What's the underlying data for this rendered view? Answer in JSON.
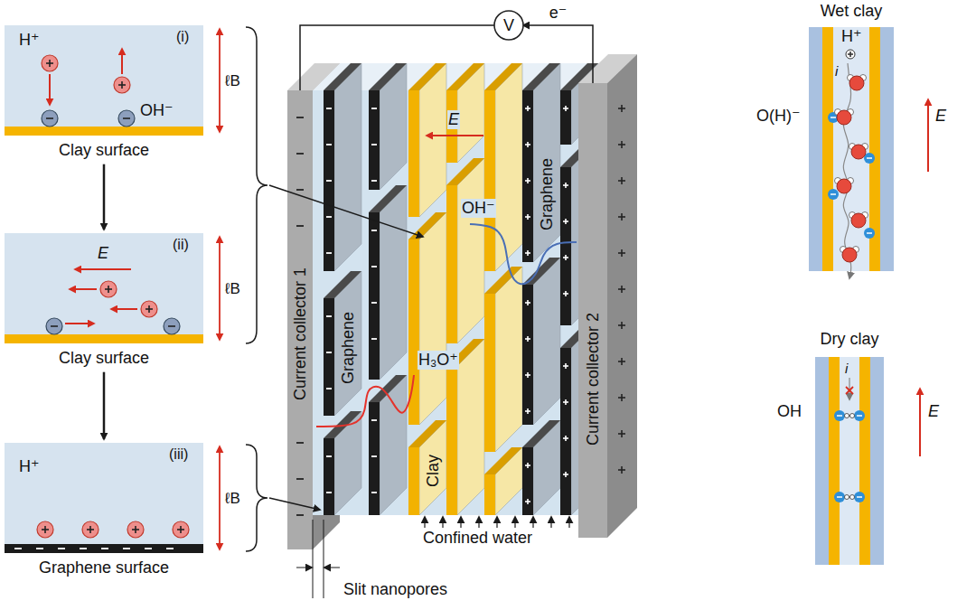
{
  "diagram": {
    "nodes": [
      {
        "text": [
          "(i)",
          "H⁺",
          "OH⁻",
          "Clay surface"
        ]
      },
      {
        "text": [
          "(ii)",
          "E",
          "Clay surface"
        ]
      },
      {
        "text": [
          "(iii)",
          "H⁺",
          "Graphene surface"
        ]
      },
      {
        "text": [
          "V"
        ]
      },
      {
        "text": [
          "Current collector 1"
        ]
      },
      {
        "text": [
          "Current collector 2"
        ]
      },
      {
        "text": [
          "Wet clay",
          "H⁺",
          "O(H)⁻",
          "i",
          "E"
        ]
      },
      {
        "text": [
          "Dry clay",
          "i",
          "OH",
          "E"
        ]
      }
    ],
    "edges": [
      {
        "from": 0,
        "to": 1,
        "arrow": "to"
      },
      {
        "from": 1,
        "to": 2,
        "arrow": "to"
      },
      {
        "from": 3,
        "to": 4,
        "arrow": "none"
      },
      {
        "from": 5,
        "to": 3,
        "arrow": "to",
        "label": "e⁻"
      }
    ],
    "labels": [
      "ℓB",
      "ℓB",
      "ℓB",
      "E",
      "OH⁻",
      "H₃O⁺",
      "Graphene",
      "Graphene",
      "Clay",
      "Confined water",
      "Slit nanopores"
    ]
  }
}
